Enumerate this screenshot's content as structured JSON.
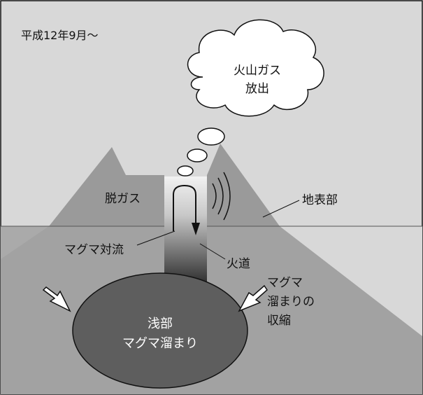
{
  "period_label": "平成12年9月～",
  "cloud": {
    "line1": "火山ガス",
    "line2": "放出"
  },
  "labels": {
    "degassing": "脱ガス",
    "surface": "地表部",
    "convection": "マグマ対流",
    "conduit": "火道",
    "shrink_line1": "マグマ",
    "shrink_line2": "溜まりの",
    "shrink_line3": "収縮",
    "chamber_line1": "浅部",
    "chamber_line2": "マグマ溜まり"
  },
  "colors": {
    "sky": "#d8d8d8",
    "mountain": "#9a9a9a",
    "ground": "#aaaaaa",
    "chamber": "#5e5e5e",
    "conduit_top": "#f0f0f0",
    "conduit_bottom": "#2a2a2a",
    "outline": "#111111"
  }
}
